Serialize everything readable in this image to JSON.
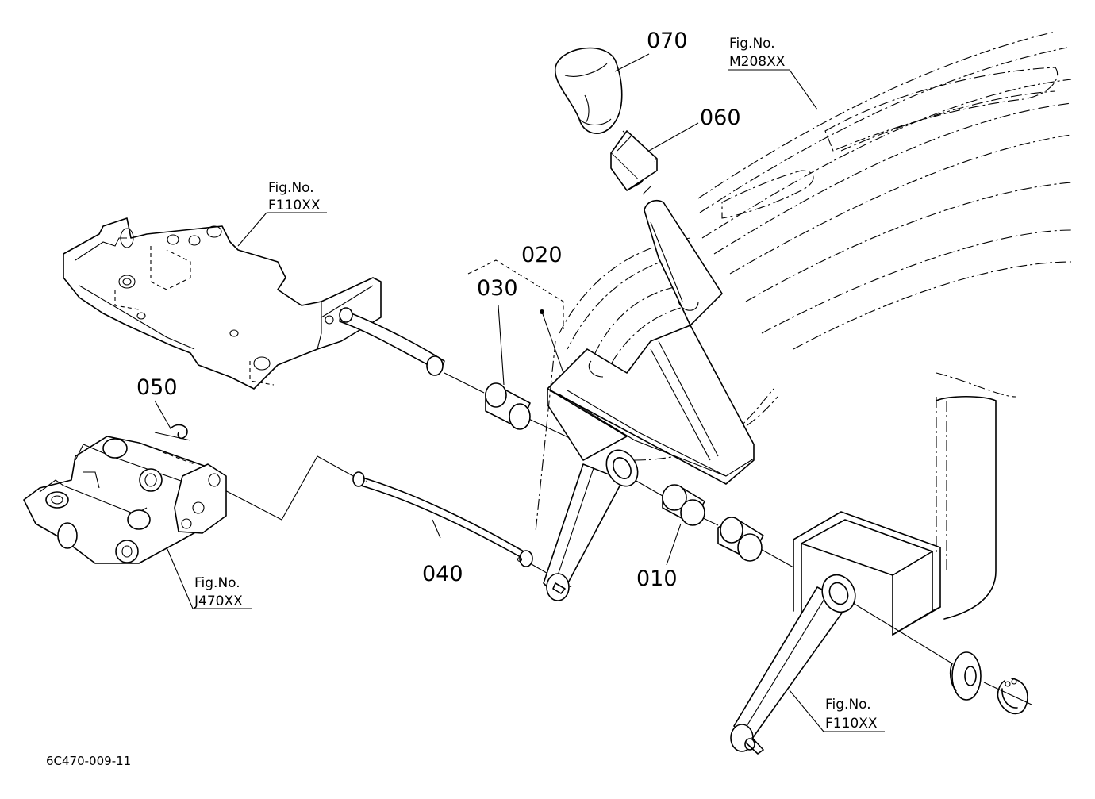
{
  "diagram": {
    "parts": {
      "p010": "010",
      "p020": "020",
      "p030": "030",
      "p040": "040",
      "p050": "050",
      "p060": "060",
      "p070": "070"
    },
    "references": {
      "m208": {
        "fig_label": "Fig.No.",
        "fig_code": "M208XX"
      },
      "f110_top": {
        "fig_label": "Fig.No.",
        "fig_code": "F110XX"
      },
      "j470": {
        "fig_label": "Fig.No.",
        "fig_code": "J470XX"
      },
      "f110_bottom": {
        "fig_label": "Fig.No.",
        "fig_code": "F110XX"
      }
    },
    "drawing_code": "6C470-009-11"
  }
}
